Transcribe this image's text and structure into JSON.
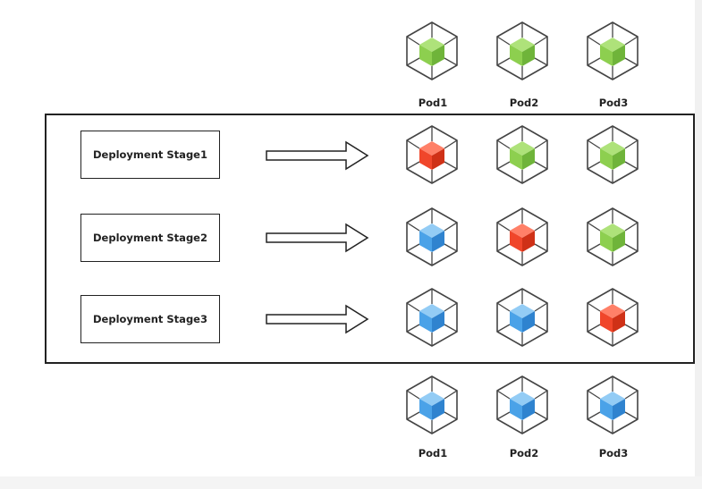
{
  "pod_labels": [
    "Pod1",
    "Pod2",
    "Pod3"
  ],
  "stages": [
    {
      "label": "Deployment Stage1",
      "pods": [
        "red",
        "green",
        "green"
      ]
    },
    {
      "label": "Deployment Stage2",
      "pods": [
        "blue",
        "red",
        "green"
      ]
    },
    {
      "label": "Deployment Stage3",
      "pods": [
        "blue",
        "blue",
        "red"
      ]
    }
  ],
  "initial_pods": [
    "green",
    "green",
    "green"
  ],
  "final_pods": [
    "blue",
    "blue",
    "blue"
  ],
  "colors": {
    "green": {
      "top": "#aee27a",
      "left": "#8dcf4f",
      "right": "#6fb43a"
    },
    "red": {
      "top": "#ff8068",
      "left": "#f0462a",
      "right": "#cf3117"
    },
    "blue": {
      "top": "#93ccf5",
      "left": "#4aa2e8",
      "right": "#2f83cf"
    }
  }
}
